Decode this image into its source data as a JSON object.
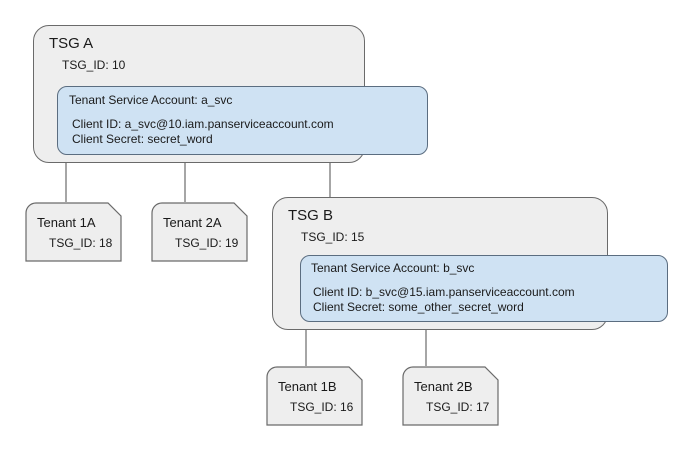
{
  "diagram": {
    "type": "tree",
    "title": "",
    "colors": {
      "group_fill": "#eeeeee",
      "group_stroke": "#6a6a6a",
      "service_account_fill": "#cfe2f3",
      "service_account_stroke": "#5b6d80",
      "edge_stroke": "#4d4d4d",
      "background": "#ffffff",
      "text": "#1a1a1a"
    },
    "groups": [
      {
        "id": "tsg-a",
        "title": "TSG A",
        "id_label": "TSG_ID: 10",
        "service_account": {
          "title": "Tenant Service Account: a_svc",
          "client_id": "Client ID: a_svc@10.iam.panserviceaccount.com",
          "client_secret": "Client Secret: secret_word"
        }
      },
      {
        "id": "tsg-b",
        "title": "TSG B",
        "id_label": "TSG_ID: 15",
        "service_account": {
          "title": "Tenant Service Account: b_svc",
          "client_id": "Client ID: b_svc@15.iam.panserviceaccount.com",
          "client_secret": "Client Secret: some_other_secret_word"
        }
      }
    ],
    "tenants": [
      {
        "id": "tenant-1a",
        "title": "Tenant 1A",
        "id_label": "TSG_ID: 18",
        "parent": "tsg-a"
      },
      {
        "id": "tenant-2a",
        "title": "Tenant 2A",
        "id_label": "TSG_ID: 19",
        "parent": "tsg-a"
      },
      {
        "id": "tenant-1b",
        "title": "Tenant 1B",
        "id_label": "TSG_ID: 16",
        "parent": "tsg-b"
      },
      {
        "id": "tenant-2b",
        "title": "Tenant 2B",
        "id_label": "TSG_ID: 17",
        "parent": "tsg-b"
      }
    ],
    "edges": [
      {
        "from": "tsg-a",
        "to": "tenant-1a"
      },
      {
        "from": "tsg-a",
        "to": "tenant-2a"
      },
      {
        "from": "tsg-a",
        "to": "tsg-b"
      },
      {
        "from": "tsg-b",
        "to": "tenant-1b"
      },
      {
        "from": "tsg-b",
        "to": "tenant-2b"
      }
    ]
  }
}
